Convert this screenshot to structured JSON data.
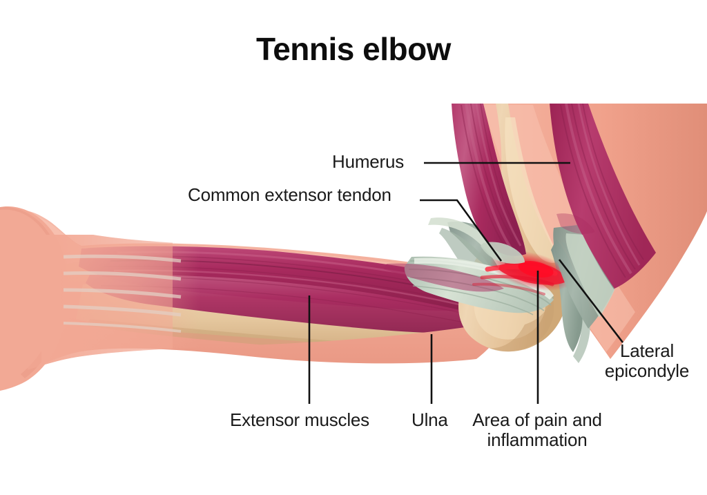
{
  "title": "Tennis elbow",
  "diagram": {
    "type": "medical-anatomical-illustration",
    "subject": "Lateral epicondylitis (tennis elbow) of the right arm, lateral view",
    "background_color": "#ffffff",
    "palette": {
      "skin": "#F0A894",
      "skin_light": "#F7BFAE",
      "skin_shadow": "#E08E78",
      "muscle": "#A82A5E",
      "muscle_light": "#C5527F",
      "muscle_dark": "#8A1F4B",
      "bone": "#E8C79B",
      "bone_light": "#F2DBBA",
      "bone_shadow": "#CFA877",
      "tendon": "#C9D6C6",
      "tendon_dark": "#93A69B",
      "inflammation": "#EE1B32",
      "leader_line": "#111111",
      "text": "#1a1a1a"
    }
  },
  "labels": [
    {
      "id": "humerus",
      "text": "Humerus"
    },
    {
      "id": "cet",
      "text": "Common extensor tendon"
    },
    {
      "id": "extensor",
      "text": "Extensor muscles"
    },
    {
      "id": "ulna",
      "text": "Ulna"
    },
    {
      "id": "pain_l1",
      "text": "Area of pain and"
    },
    {
      "id": "pain_l2",
      "text": "inflammation"
    },
    {
      "id": "lat_l1",
      "text": "Lateral"
    },
    {
      "id": "lat_l2",
      "text": "epicondyle"
    }
  ],
  "label_text": {
    "humerus": "Humerus",
    "common_extensor_tendon": "Common extensor tendon",
    "extensor_muscles": "Extensor muscles",
    "ulna": "Ulna",
    "pain_line1": "Area of pain and",
    "pain_line2": "inflammation",
    "lateral_line1": "Lateral",
    "lateral_line2": "epicondyle"
  }
}
